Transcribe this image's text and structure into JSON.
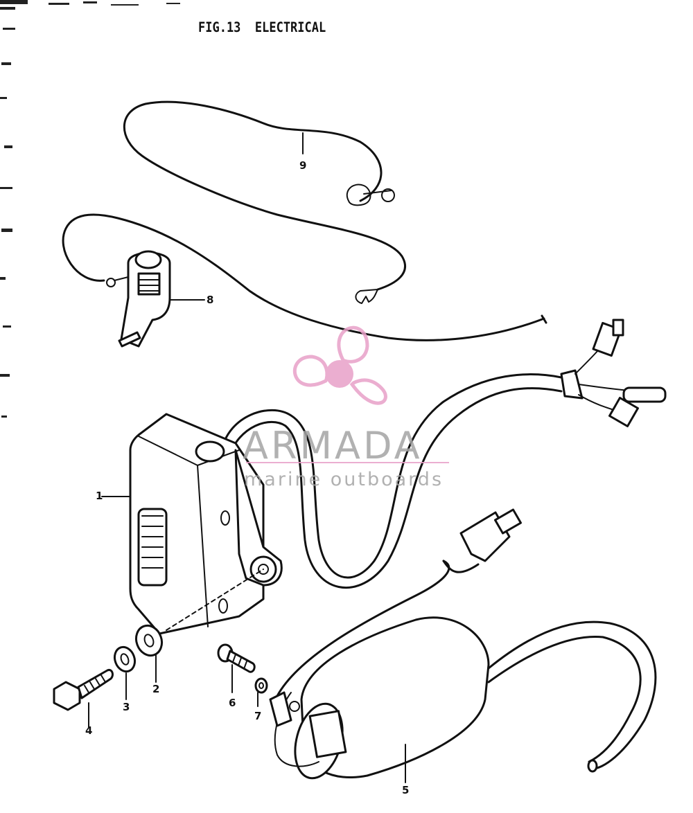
{
  "figure": {
    "title": "FIG.13  ELECTRICAL"
  },
  "callouts": {
    "c1": "1",
    "c2": "2",
    "c3": "3",
    "c4": "4",
    "c5": "5",
    "c6": "6",
    "c7": "7",
    "c8": "8",
    "c9": "9"
  },
  "watermark": {
    "brand": "ARMADA",
    "tagline": "marine outboards",
    "logo_icon": "propeller-logo-icon",
    "color": "#e8a0c8"
  }
}
